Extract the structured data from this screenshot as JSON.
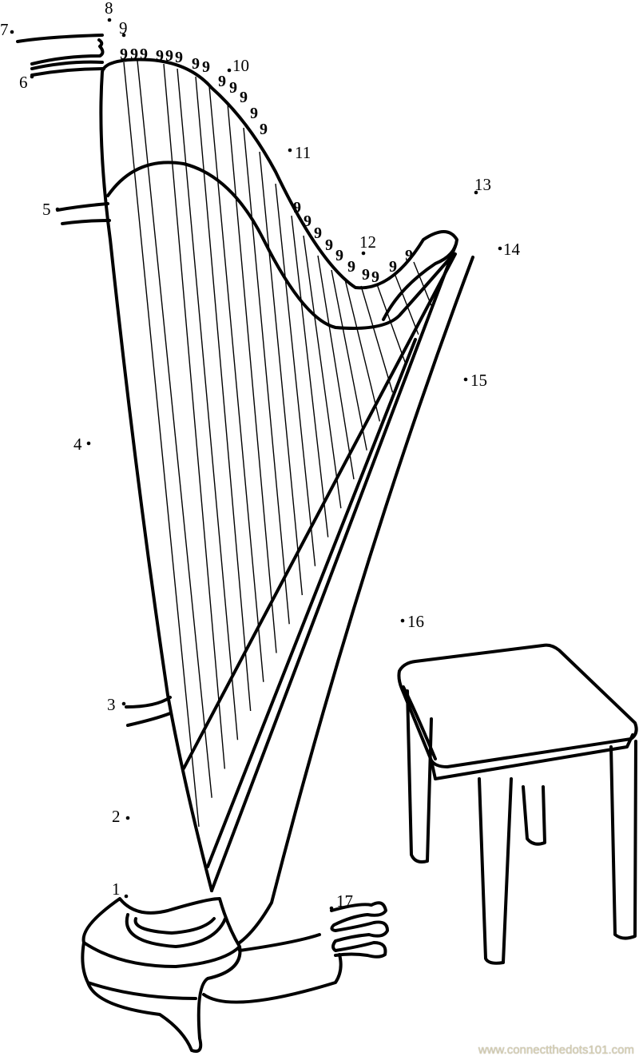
{
  "title": "Harp connect-the-dots",
  "dots": [
    {
      "label": "1"
    },
    {
      "label": "2"
    },
    {
      "label": "3"
    },
    {
      "label": "4"
    },
    {
      "label": "5"
    },
    {
      "label": "6"
    },
    {
      "label": "7"
    },
    {
      "label": "8"
    },
    {
      "label": "9"
    },
    {
      "label": "10"
    },
    {
      "label": "11"
    },
    {
      "label": "12"
    },
    {
      "label": "13"
    },
    {
      "label": "14"
    },
    {
      "label": "15"
    },
    {
      "label": "16"
    },
    {
      "label": "17"
    }
  ],
  "watermark": "www.connectthedots101.com"
}
